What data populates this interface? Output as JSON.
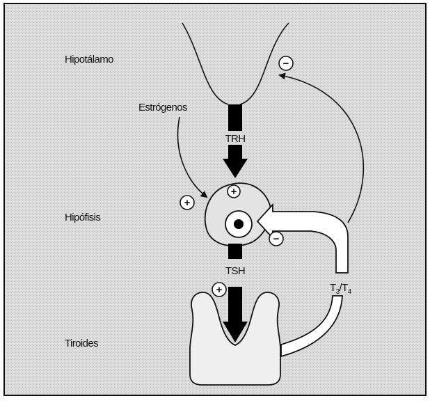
{
  "regions": {
    "hypothalamus": "Hipotálamo",
    "pituitary": "Hipófisis",
    "thyroid": "Tiroides"
  },
  "labels": {
    "estrogens": "Estrógenos",
    "trh": "TRH",
    "tsh": "TSH",
    "t3": "T",
    "t3_sub": "3",
    "slash": "/",
    "t4": "T",
    "t4_sub": "4"
  },
  "signs": {
    "plus": "+",
    "minus": "−"
  },
  "colors": {
    "background": "#ffffff",
    "panel": "#dedede",
    "stroke": "#111111",
    "arrow_fill": "#000000",
    "hollow_fill": "#ffffff"
  }
}
